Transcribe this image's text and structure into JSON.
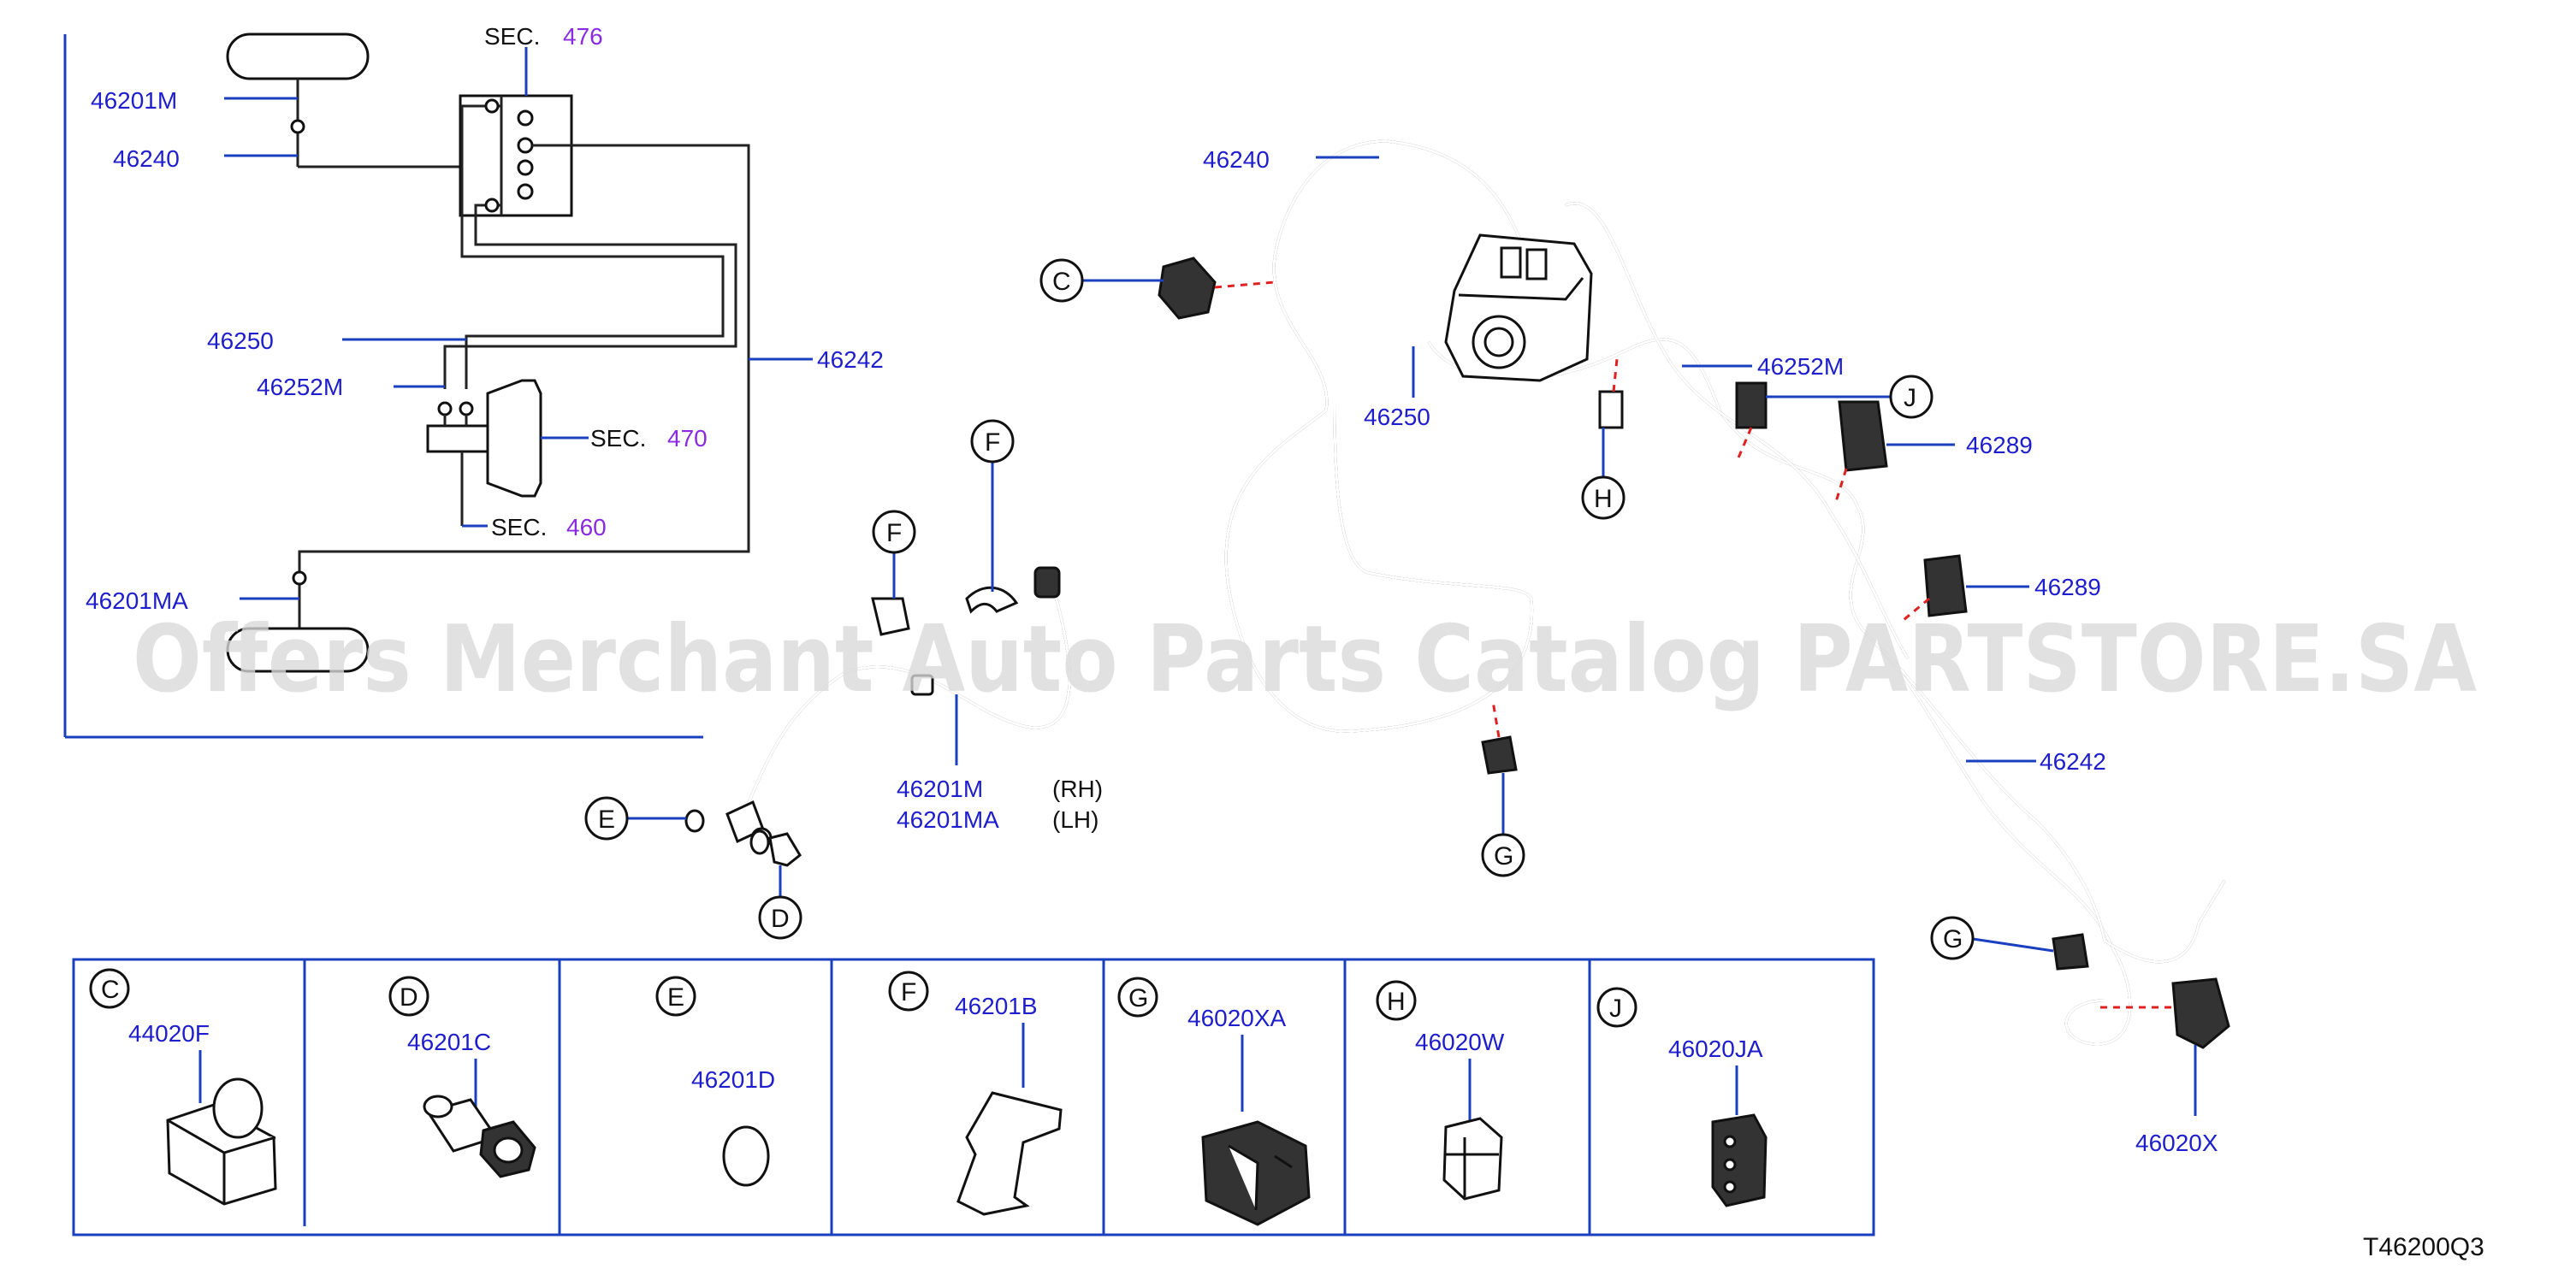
{
  "schematic": {
    "labels": {
      "l46201M": "46201M",
      "l46240": "46240",
      "l46250": "46250",
      "l46252M": "46252M",
      "l46242": "46242",
      "l46201MA": "46201MA"
    },
    "sec": {
      "word": "SEC.",
      "n476": "476",
      "n470": "470",
      "n460": "460"
    }
  },
  "hose": {
    "callout_f": "F",
    "callout_e": "E",
    "callout_d": "D",
    "rh_part": "46201M",
    "lh_part": "46201MA",
    "rh_side": "(RH)",
    "lh_side": "(LH)"
  },
  "harness": {
    "l46240": "46240",
    "l46250": "46250",
    "l46252M": "46252M",
    "l46289a": "46289",
    "l46289b": "46289",
    "l46242": "46242",
    "l46020X": "46020X",
    "callout_c": "C",
    "callout_h": "H",
    "callout_j": "J",
    "callout_g1": "G",
    "callout_g2": "G"
  },
  "parts_table": [
    {
      "letter": "C",
      "part": "44020F"
    },
    {
      "letter": "D",
      "part": "46201C"
    },
    {
      "letter": "E",
      "part": "46201D"
    },
    {
      "letter": "F",
      "part": "46201B"
    },
    {
      "letter": "G",
      "part": "46020XA"
    },
    {
      "letter": "H",
      "part": "46020W"
    },
    {
      "letter": "J",
      "part": "46020JA"
    }
  ],
  "watermark": "Offers Merchant Auto Parts Catalog PARTSTORE.SA",
  "diagram_code": "T46200Q3",
  "colors": {
    "label_blue": "#1e1ecc",
    "leader_blue": "#1a3fbf",
    "sec_purple": "#8a2be2",
    "clip_dash_red": "#e02020"
  }
}
